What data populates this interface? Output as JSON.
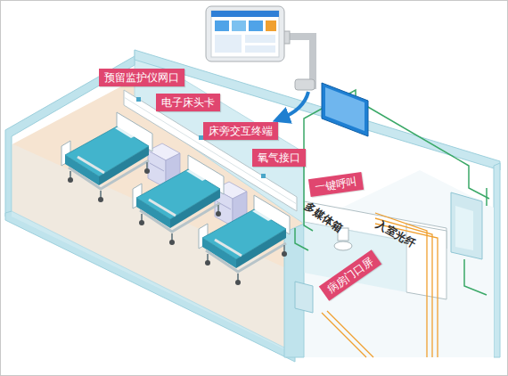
{
  "diagram": {
    "nodes": [
      {
        "text": [
          "预留监护仪网口"
        ]
      },
      {
        "text": [
          "电子床头卡"
        ]
      },
      {
        "text": [
          "床旁交互终端"
        ]
      },
      {
        "text": [
          "氧气接口"
        ]
      },
      {
        "text": [
          "一键呼叫"
        ]
      },
      {
        "text": [
          "病房门口屏"
        ]
      }
    ],
    "edges": [],
    "labels": [
      "多媒体箱",
      "入室光纤"
    ]
  }
}
